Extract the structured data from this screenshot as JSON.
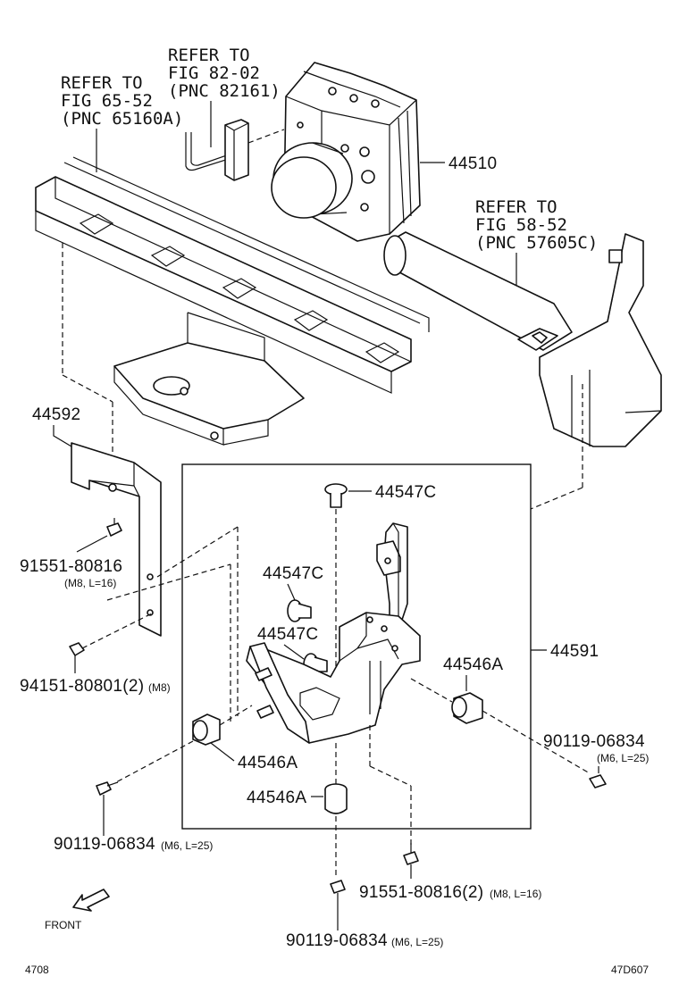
{
  "refers": {
    "fig65": {
      "line1": "REFER TO",
      "line2": "FIG 65-52",
      "line3": "(PNC 65160A)"
    },
    "fig82": {
      "line1": "REFER TO",
      "line2": "FIG 82-02",
      "line3": "(PNC 82161)"
    },
    "fig58": {
      "line1": "REFER TO",
      "line2": "FIG 58-52",
      "line3": "(PNC 57605C)"
    }
  },
  "callouts": {
    "p44510": "44510",
    "p44592": "44592",
    "p44591": "44591",
    "p44547c_top": "44547C",
    "p44547c_mid": "44547C",
    "p44547c_low": "44547C",
    "p44546a_right": "44546A",
    "p44546a_left": "44546A",
    "p44546a_bottom": "44546A",
    "p91551_left": {
      "pn": "91551-80816",
      "spec": "(M8, L=16)"
    },
    "p94151": {
      "pn": "94151-80801(2)",
      "spec": "(M8)"
    },
    "p90119_left": {
      "pn": "90119-06834",
      "spec": "(M6, L=25)"
    },
    "p90119_right": {
      "pn": "90119-06834",
      "spec": "(M6, L=25)"
    },
    "p91551_bottom": {
      "pn": "91551-80816(2)",
      "spec": "(M8, L=16)"
    },
    "p90119_bottom": {
      "pn": "90119-06834",
      "spec": "(M6, L=25)"
    }
  },
  "front_label": "FRONT",
  "footer": {
    "left": "4708",
    "right": "47D607"
  }
}
